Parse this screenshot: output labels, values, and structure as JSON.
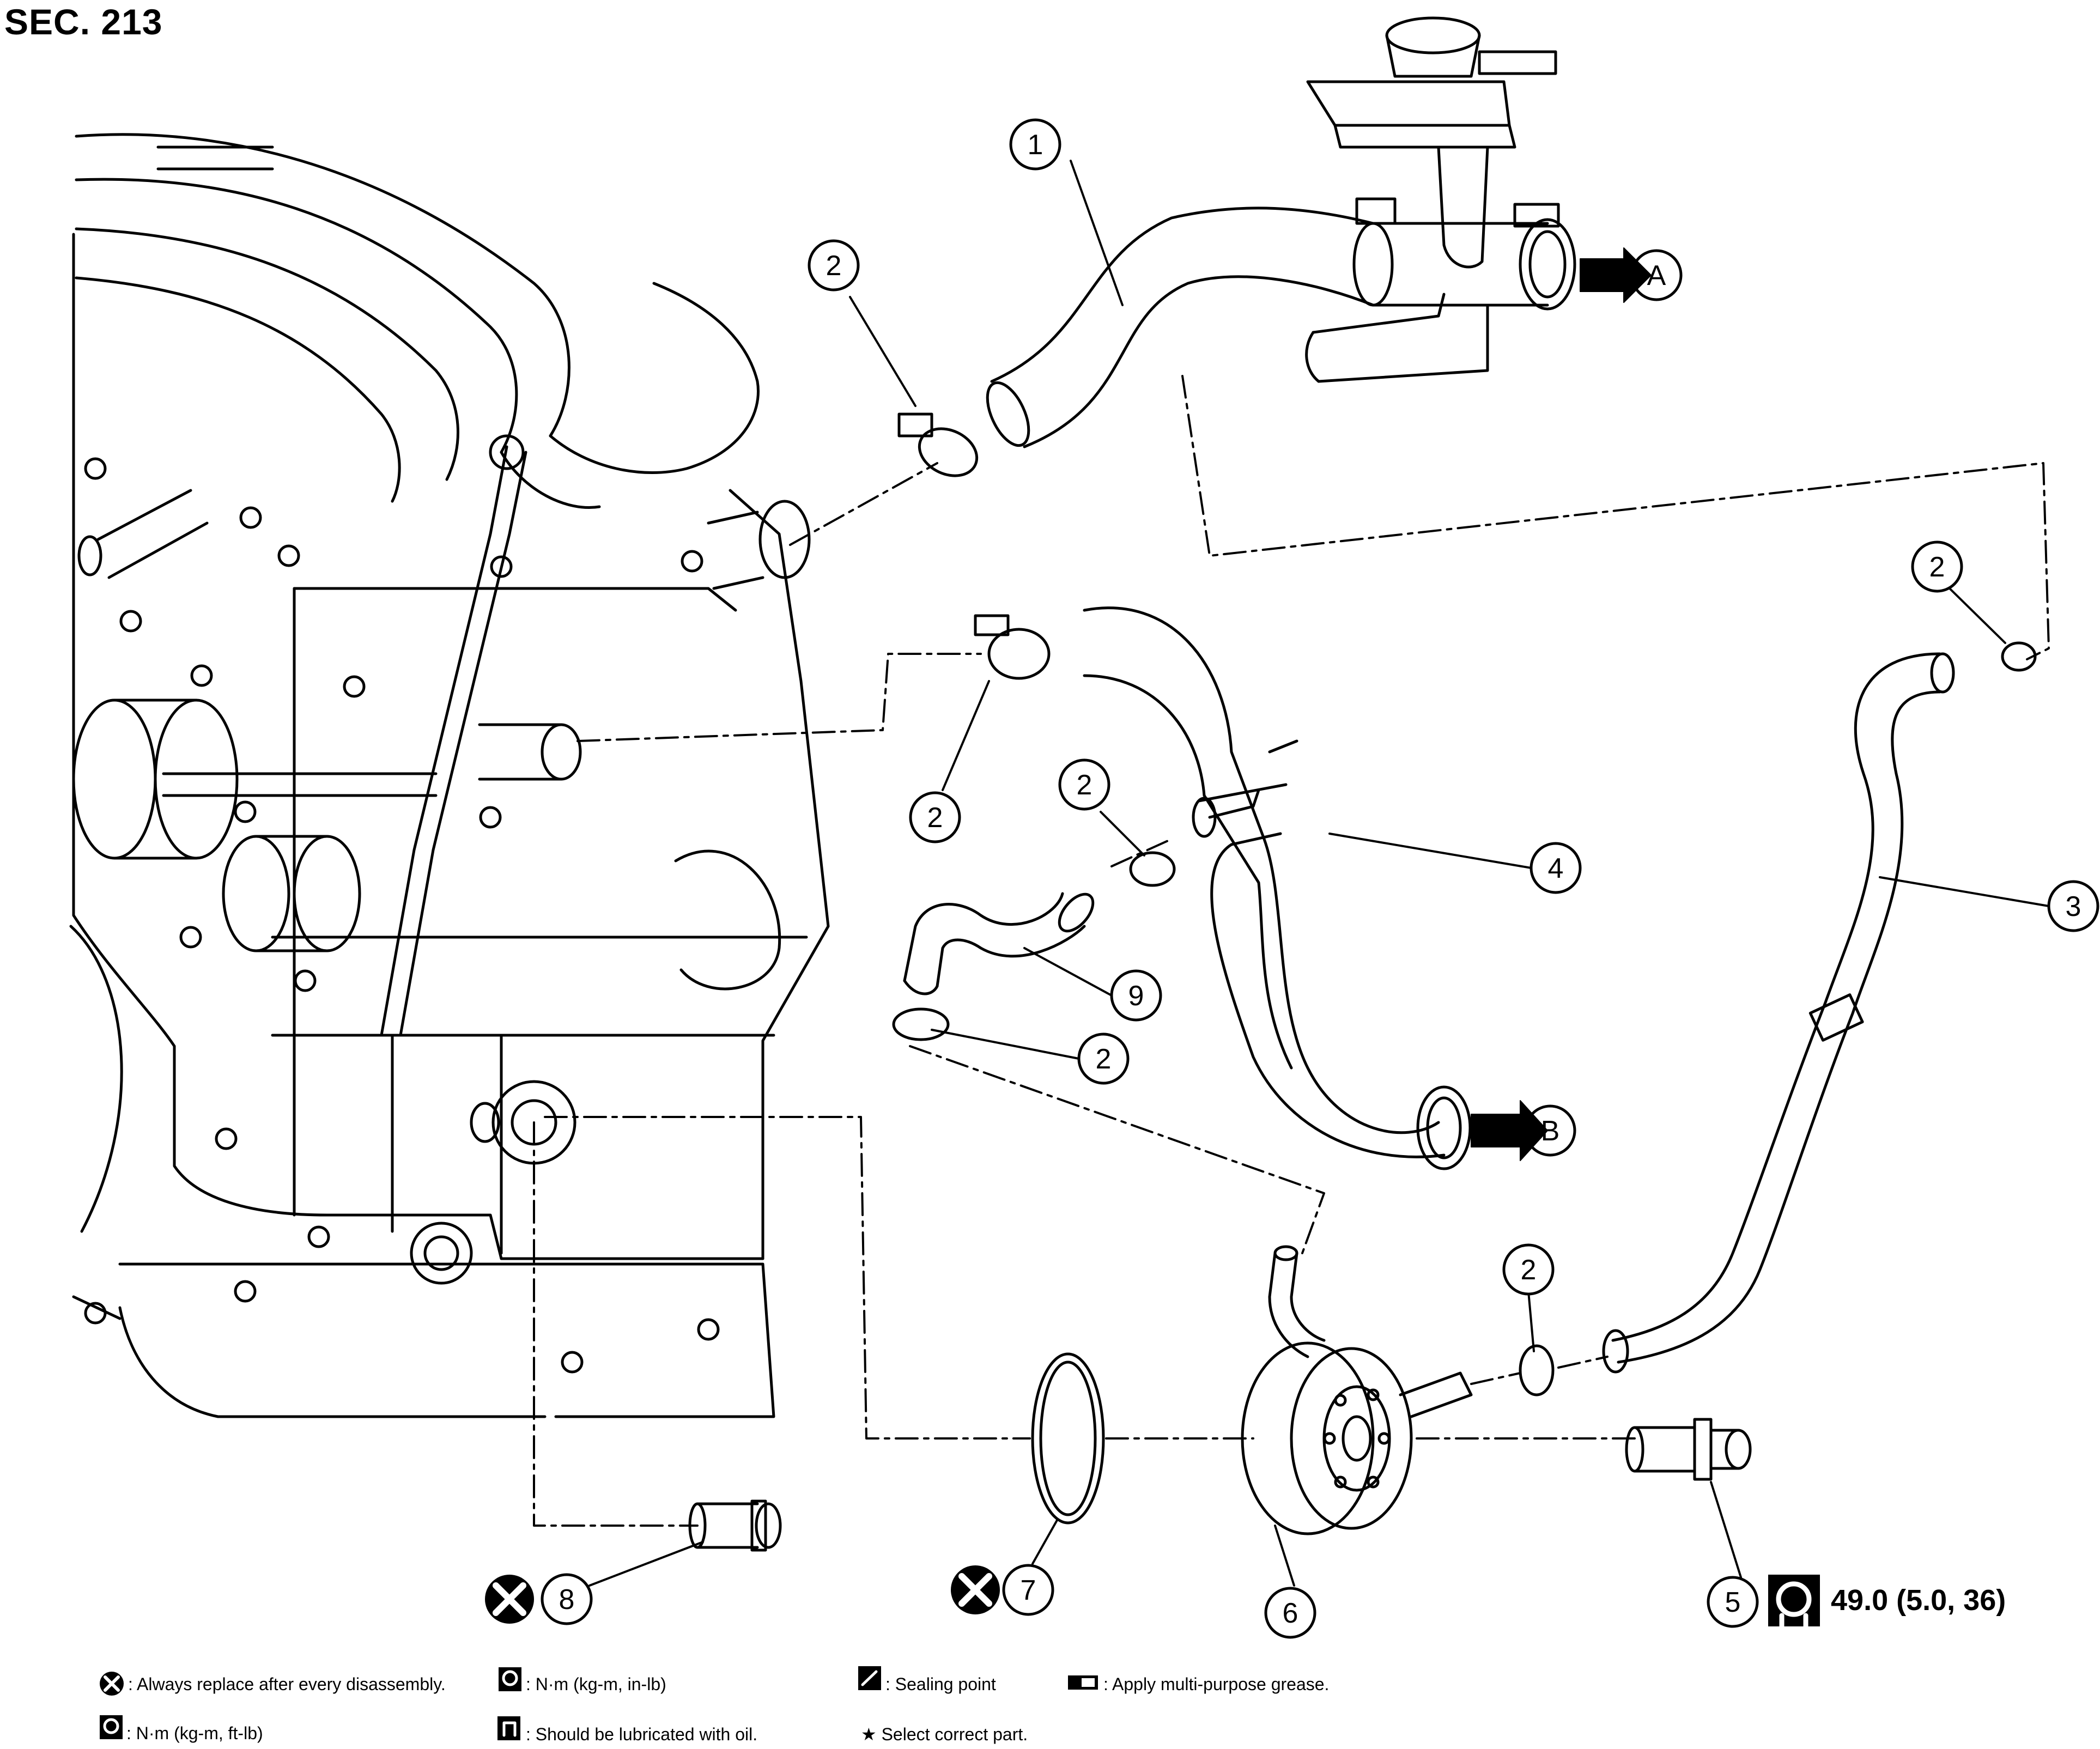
{
  "section_title": "SEC. 213",
  "callouts": [
    {
      "id": "c1",
      "number": "1"
    },
    {
      "id": "c2a",
      "number": "2"
    },
    {
      "id": "c2b",
      "number": "2"
    },
    {
      "id": "c2c",
      "number": "2"
    },
    {
      "id": "c2d",
      "number": "2"
    },
    {
      "id": "c2e",
      "number": "2"
    },
    {
      "id": "c2f",
      "number": "2"
    },
    {
      "id": "c3",
      "number": "3"
    },
    {
      "id": "c4",
      "number": "4"
    },
    {
      "id": "c5",
      "number": "5"
    },
    {
      "id": "c6",
      "number": "6"
    },
    {
      "id": "c7",
      "number": "7"
    },
    {
      "id": "c8",
      "number": "8"
    },
    {
      "id": "c9",
      "number": "9"
    }
  ],
  "connectors": {
    "a": "A",
    "b": "B"
  },
  "torque_spec": "49.0 (5.0, 36)",
  "legend": {
    "replace": ": Always replace after every disassembly.",
    "nm_in_lb": ": N·m (kg-m, in-lb)",
    "sealing": ": Sealing point",
    "grease": ": Apply multi-purpose grease.",
    "nm_ft_lb": ": N·m (kg-m, ft-lb)",
    "lubricate": ": Should be lubricated with oil.",
    "select_part": "★ Select correct part."
  }
}
